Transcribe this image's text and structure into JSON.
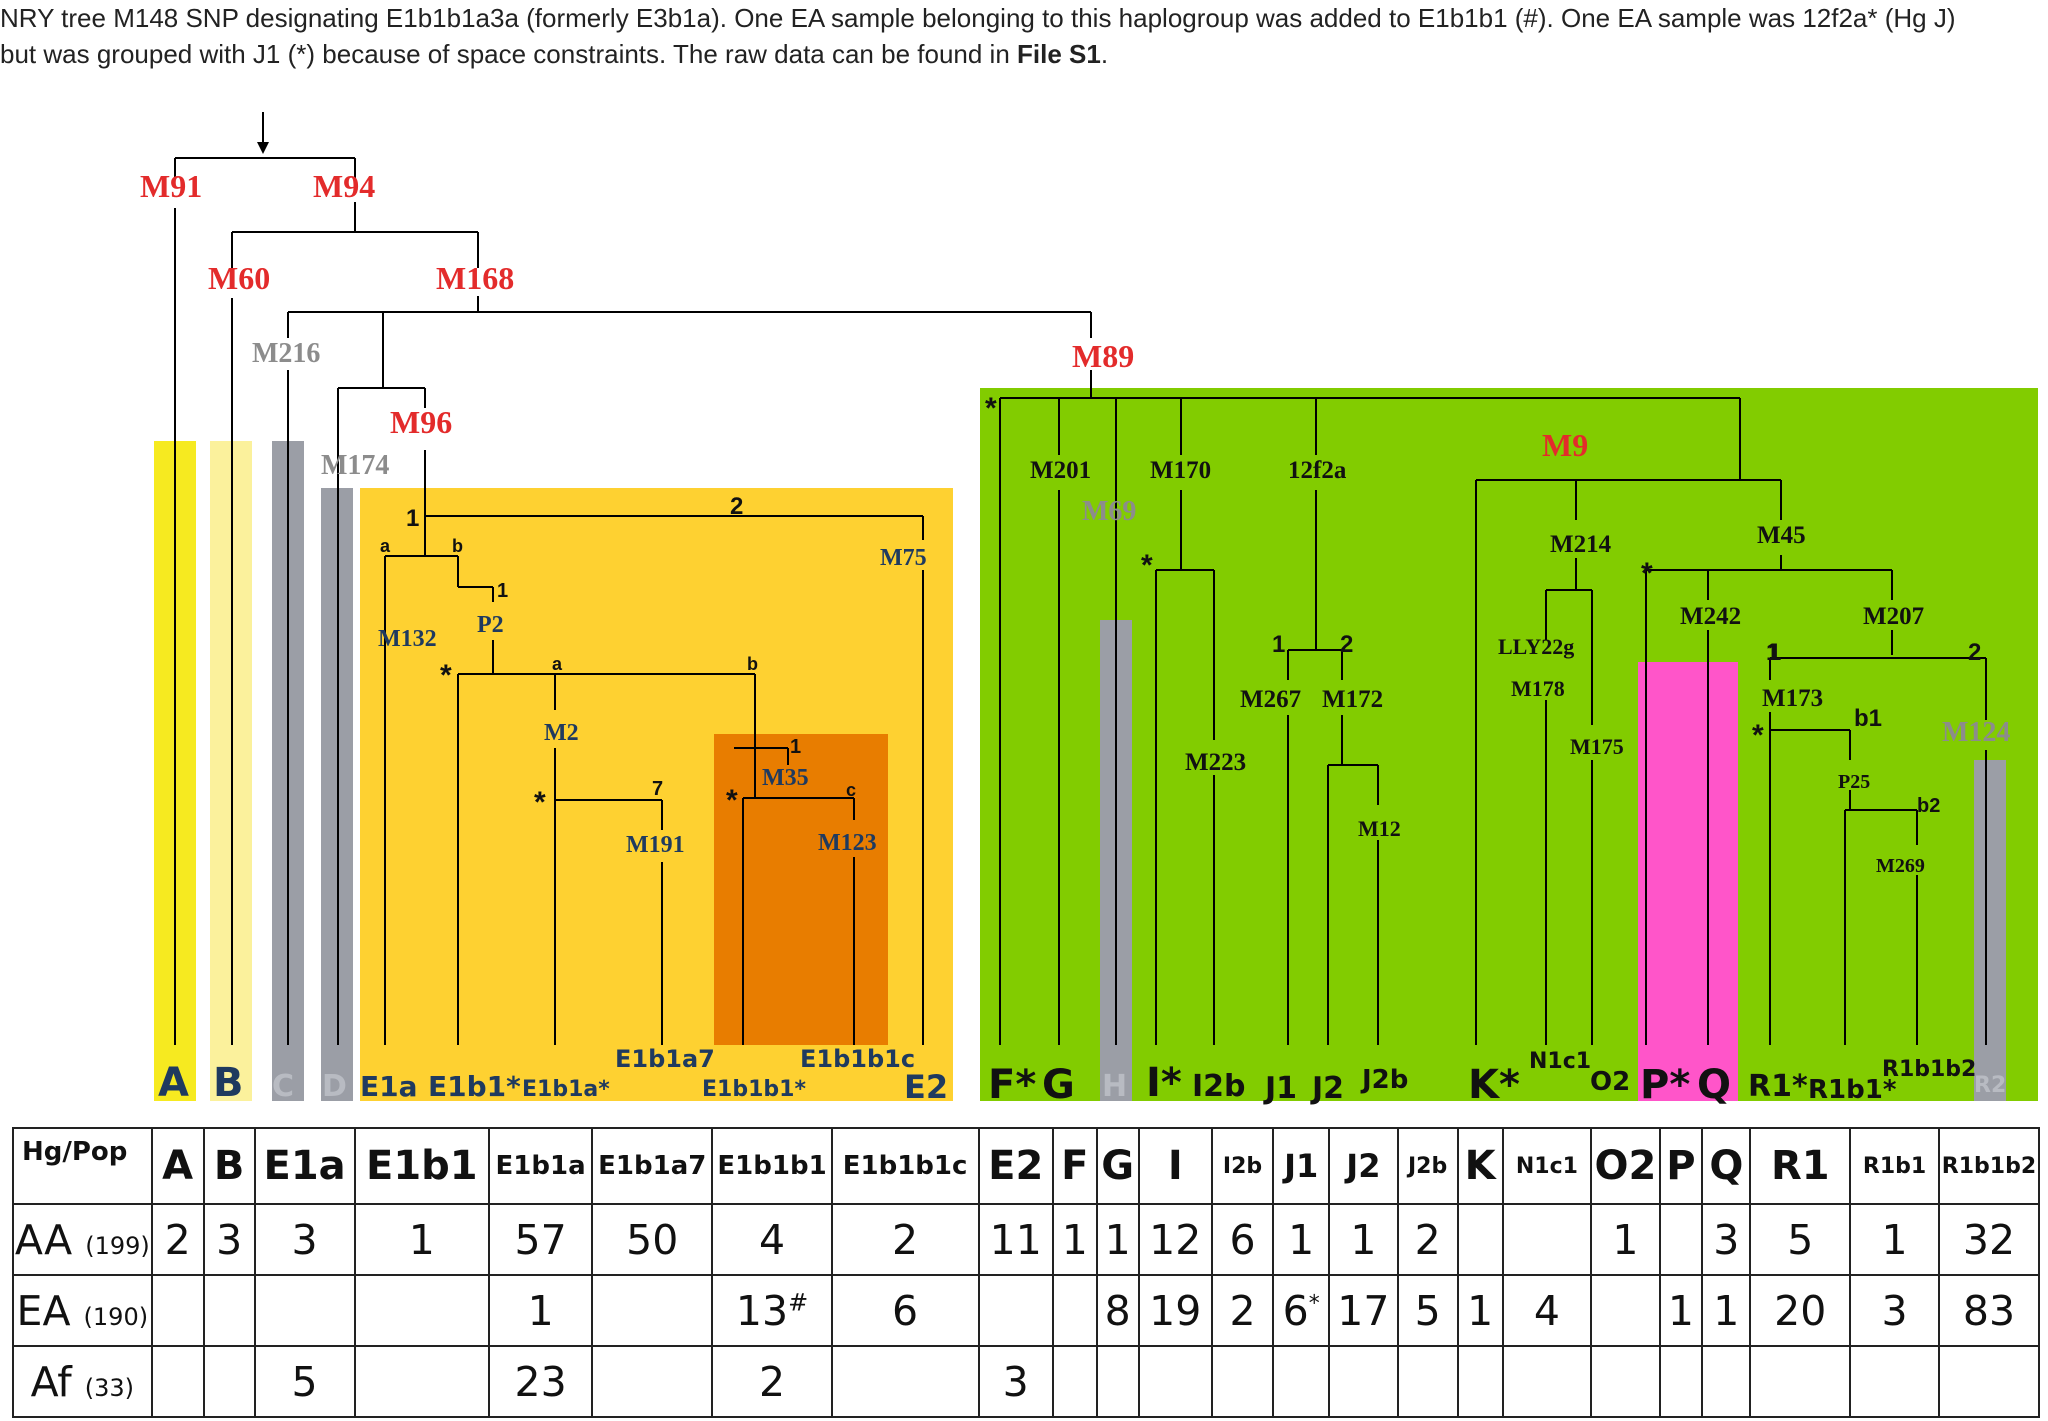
{
  "caption": {
    "line1": "NRY tree M148 SNP designating E1b1b1a3a (formerly E3b1a). One EA sample belonging to this haplogroup was added to E1b1b1 (#). One EA sample was 12f2a* (Hg J)",
    "line2_pre": "but was grouped with J1 (*) because of space constraints. The raw data can be found in ",
    "line2_bold": "File S1",
    "line2_post": "."
  },
  "colors": {
    "red_marker": "#e32b2b",
    "grey_marker": "#8c8c8c",
    "navy_marker": "#1f3a5f",
    "yellow_A": "#f6ea20",
    "yellow_B": "#fbf19c",
    "grey_bar": "#9b9ea6",
    "orange_E": "#fed131",
    "dark_orange": "#e87d00",
    "green": "#82cc00",
    "magenta": "#ff55c9"
  },
  "tree": {
    "markers_red": [
      "M91",
      "M94",
      "M60",
      "M168",
      "M89",
      "M96",
      "M9"
    ],
    "markers_grey": [
      "M216",
      "M174",
      "M69",
      "M124"
    ],
    "markers_e": [
      "M132",
      "P2",
      "M2",
      "M191",
      "M35",
      "M123",
      "M75"
    ],
    "markers_black": [
      "M201",
      "M170",
      "12f2a",
      "M214",
      "M45",
      "M223",
      "M267",
      "M172",
      "M12",
      "LLY22g",
      "M178",
      "M175",
      "M242",
      "M207",
      "M173",
      "P25",
      "M269"
    ],
    "branch_numbers": [
      "1",
      "2",
      "1",
      "1",
      "7",
      "1",
      "1",
      "2",
      "1",
      "2"
    ],
    "branch_letters": [
      "a",
      "b",
      "a",
      "b",
      "c",
      "b1",
      "b2"
    ],
    "star": "*"
  },
  "leaves": [
    "A",
    "B",
    "C",
    "D",
    "E1a",
    "E1b1*",
    "E1b1a*",
    "E1b1a7",
    "E1b1b1*",
    "E1b1b1c",
    "E2",
    "F*",
    "G",
    "H",
    "I*",
    "I2b",
    "J1",
    "J2",
    "J2b",
    "K*",
    "N1c1",
    "O2",
    "P*",
    "Q",
    "R1*",
    "R1b1*",
    "R1b1b2",
    "R2"
  ],
  "table": {
    "corner": "Hg/Pop",
    "headers": [
      "A",
      "B",
      "E1a",
      "E1b1",
      "E1b1a",
      "E1b1a7",
      "E1b1b1",
      "E1b1b1c",
      "E2",
      "F",
      "G",
      "I",
      "I2b",
      "J1",
      "J2",
      "J2b",
      "K",
      "N1c1",
      "O2",
      "P",
      "Q",
      "R1",
      "R1b1",
      "R1b1b2"
    ],
    "rows": [
      {
        "label": "AA",
        "n": "(199)",
        "cells": [
          "2",
          "3",
          "3",
          "1",
          "57",
          "50",
          "4",
          "2",
          "11",
          "1",
          "1",
          "12",
          "6",
          "1",
          "1",
          "2",
          "",
          "",
          "1",
          "",
          "3",
          "5",
          "1",
          "32"
        ]
      },
      {
        "label": "EA",
        "n": "(190)",
        "cells": [
          "",
          "",
          "",
          "",
          "1",
          "",
          "13",
          "6",
          "",
          "",
          "8",
          "19",
          "2",
          "6",
          "17",
          "5",
          "1",
          "4",
          "",
          "1",
          "1",
          "20",
          "3",
          "83"
        ]
      },
      {
        "label": "Af",
        "n": "(33)",
        "cells": [
          "",
          "",
          "5",
          "",
          "23",
          "",
          "2",
          "",
          "3",
          "",
          "",
          "",
          "",
          "",
          "",
          "",
          "",
          "",
          "",
          "",
          "",
          "",
          "",
          ""
        ]
      }
    ],
    "sup_hash": "#",
    "sup_star": "*"
  }
}
